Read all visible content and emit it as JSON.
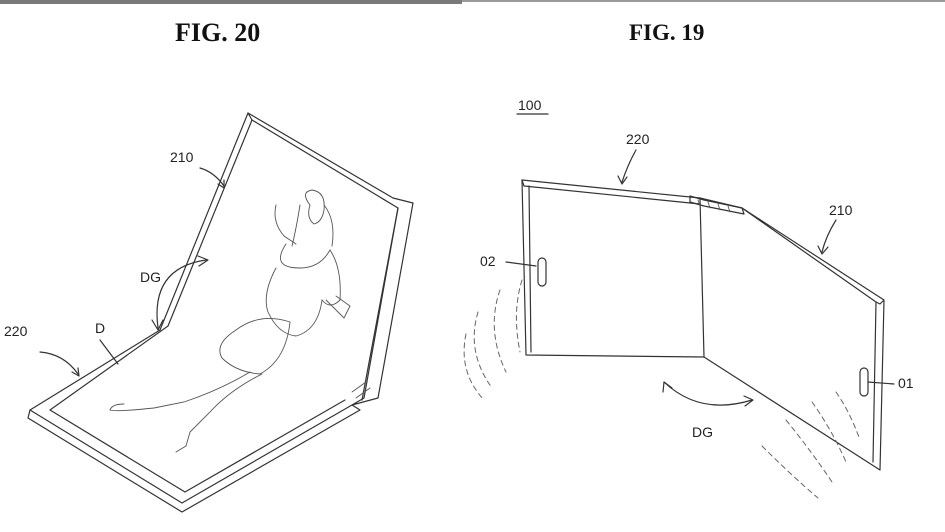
{
  "figures": [
    {
      "title": "FIG. 20",
      "labels": {
        "device_fold": "210",
        "device_base": "220",
        "angle": "DG",
        "display": "D"
      }
    },
    {
      "title": "FIG. 19",
      "labels": {
        "assembly": "100",
        "top_panel": "220",
        "right_panel": "210",
        "sensor_left": "02",
        "sensor_right": "01",
        "angle": "DG"
      }
    }
  ]
}
